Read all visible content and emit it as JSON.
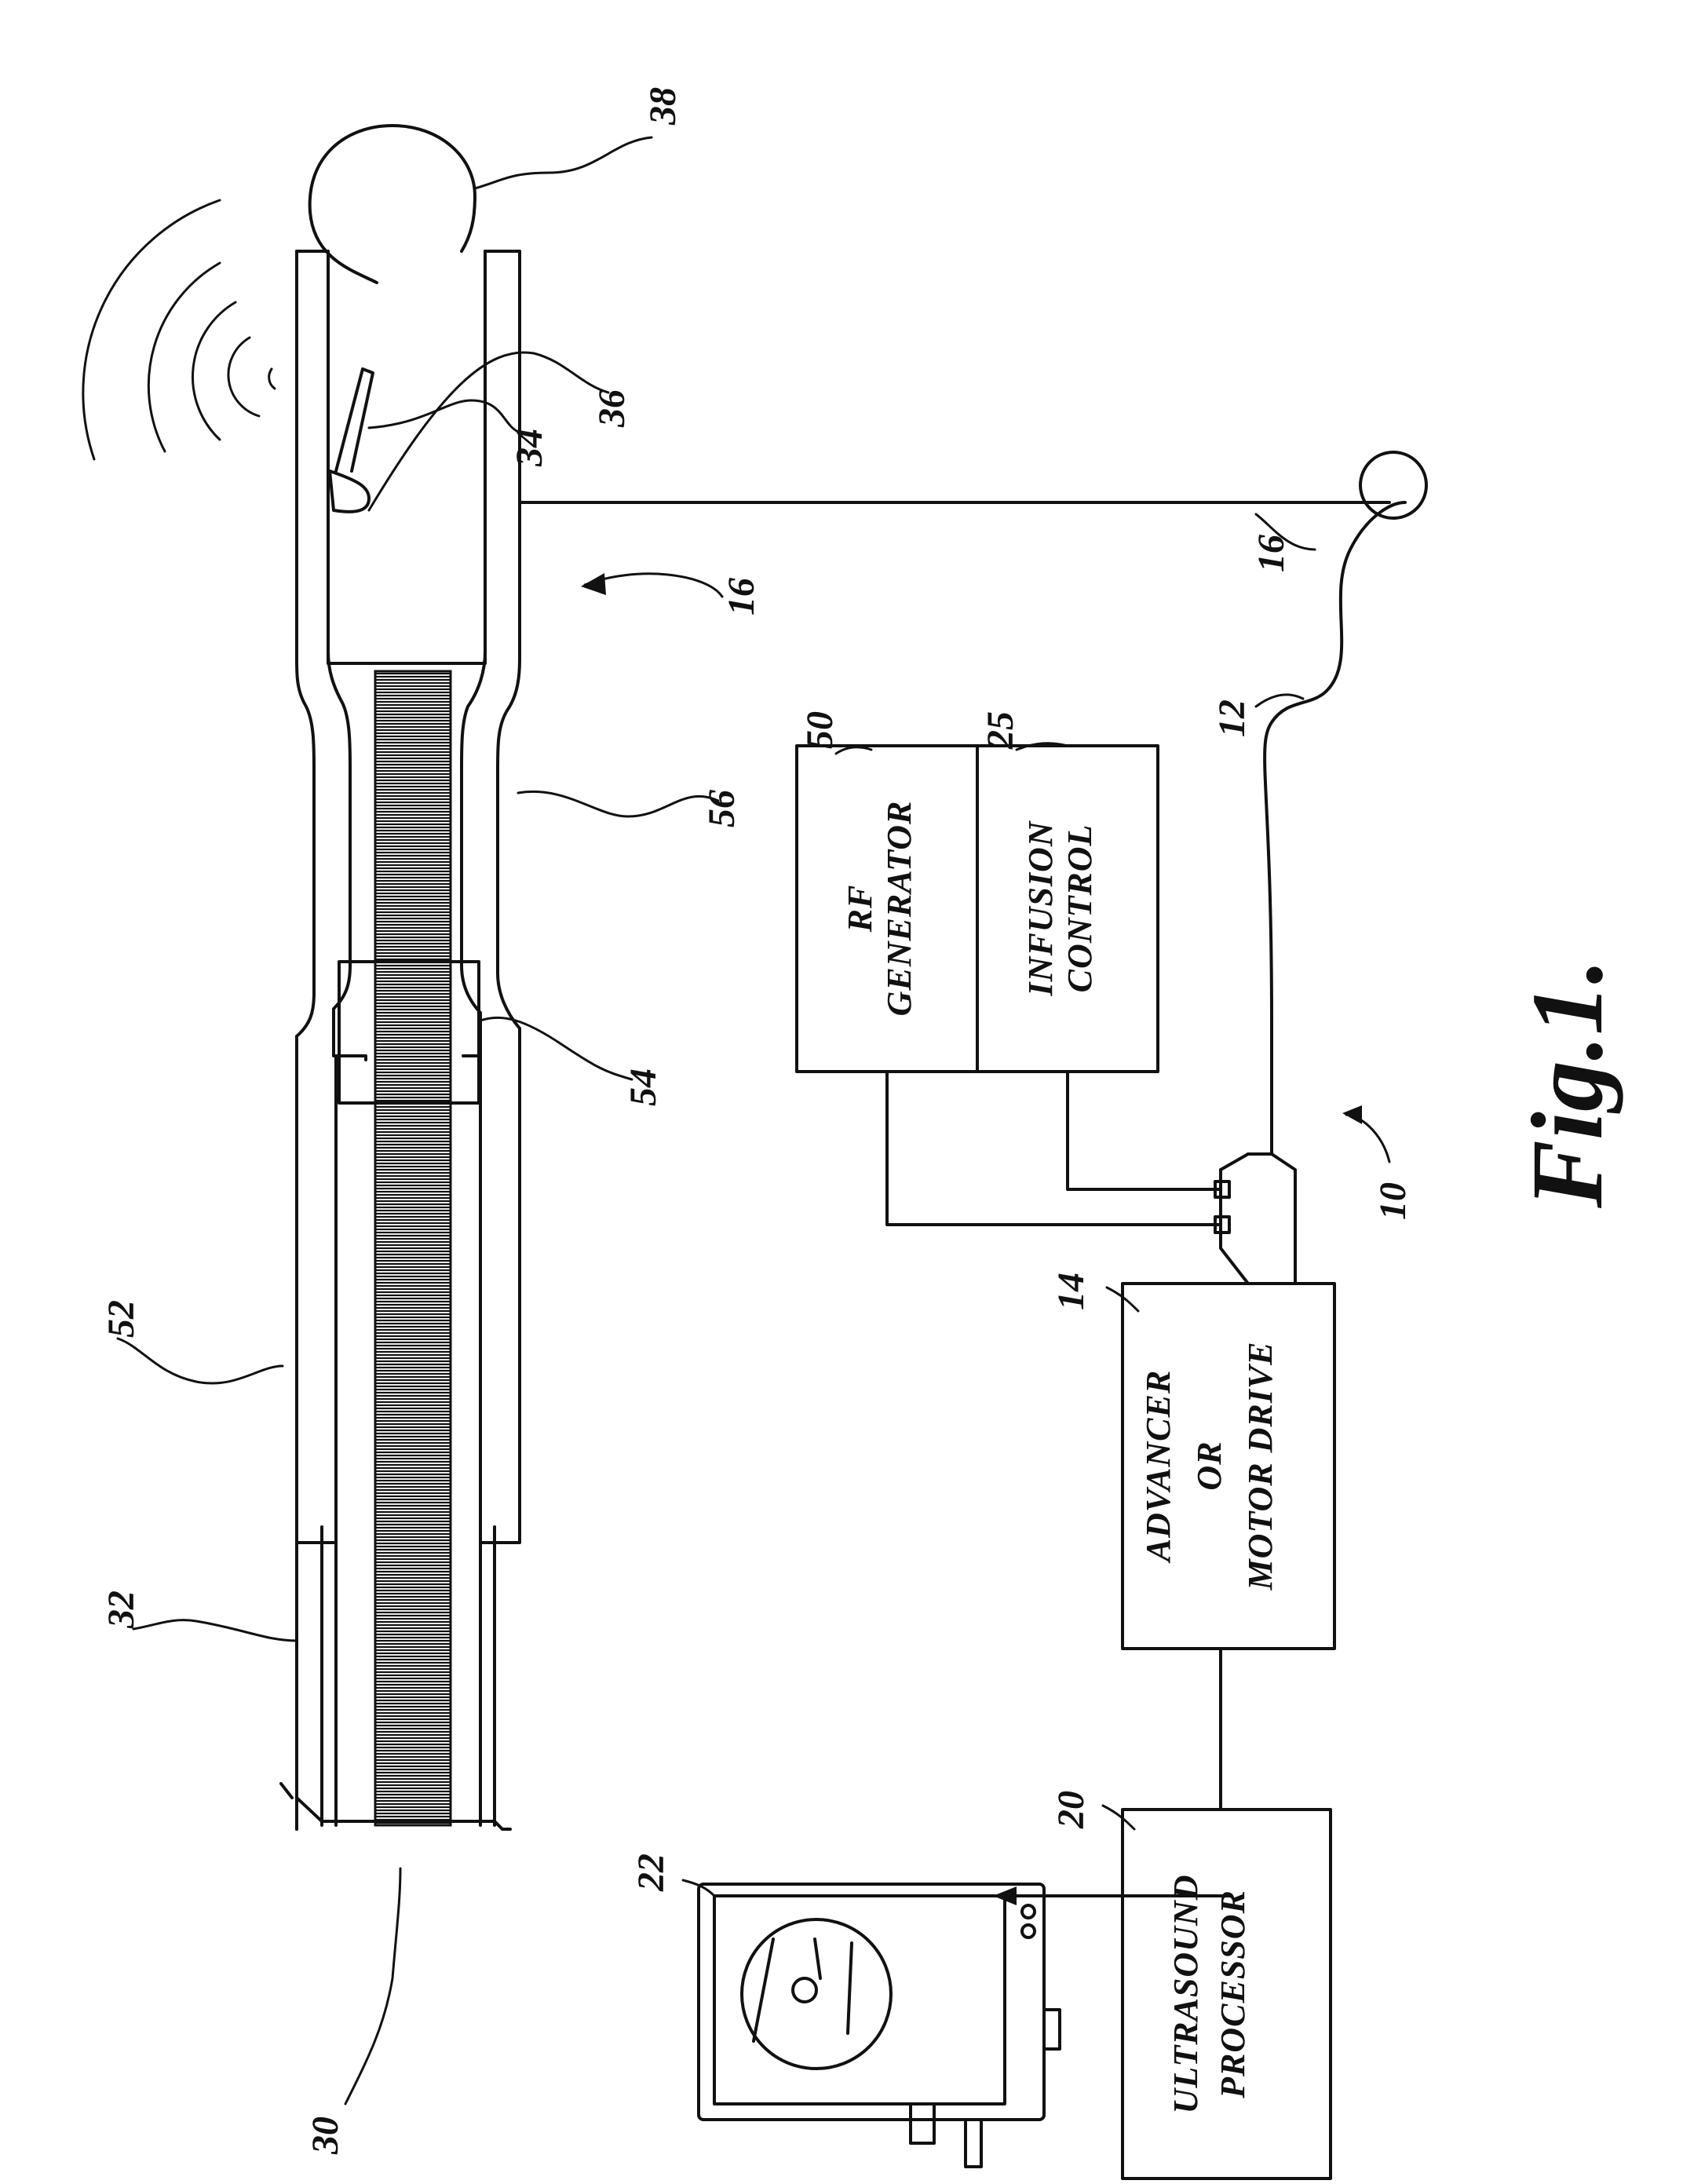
{
  "figure": {
    "title": "Fig.1."
  },
  "blocks": {
    "rf_generator": {
      "line1": "RF",
      "line2": "GENERATOR"
    },
    "infusion_control": {
      "line1": "INFUSION",
      "line2": "CONTROL"
    },
    "advancer": {
      "line1": "ADVANCER",
      "line2": "OR",
      "line3": "MOTOR DRIVE"
    },
    "ultrasound_processor": {
      "line1": "ULTRASOUND",
      "line2": "PROCESSOR"
    }
  },
  "refs": {
    "r38": "38",
    "r34": "34",
    "r36": "36",
    "r16a": "16",
    "r16b": "16",
    "r56": "56",
    "r54": "54",
    "r52": "52",
    "r32": "32",
    "r30": "30",
    "r50": "50",
    "r25": "25",
    "r12": "12",
    "r10": "10",
    "r14": "14",
    "r20": "20",
    "r22": "22"
  }
}
